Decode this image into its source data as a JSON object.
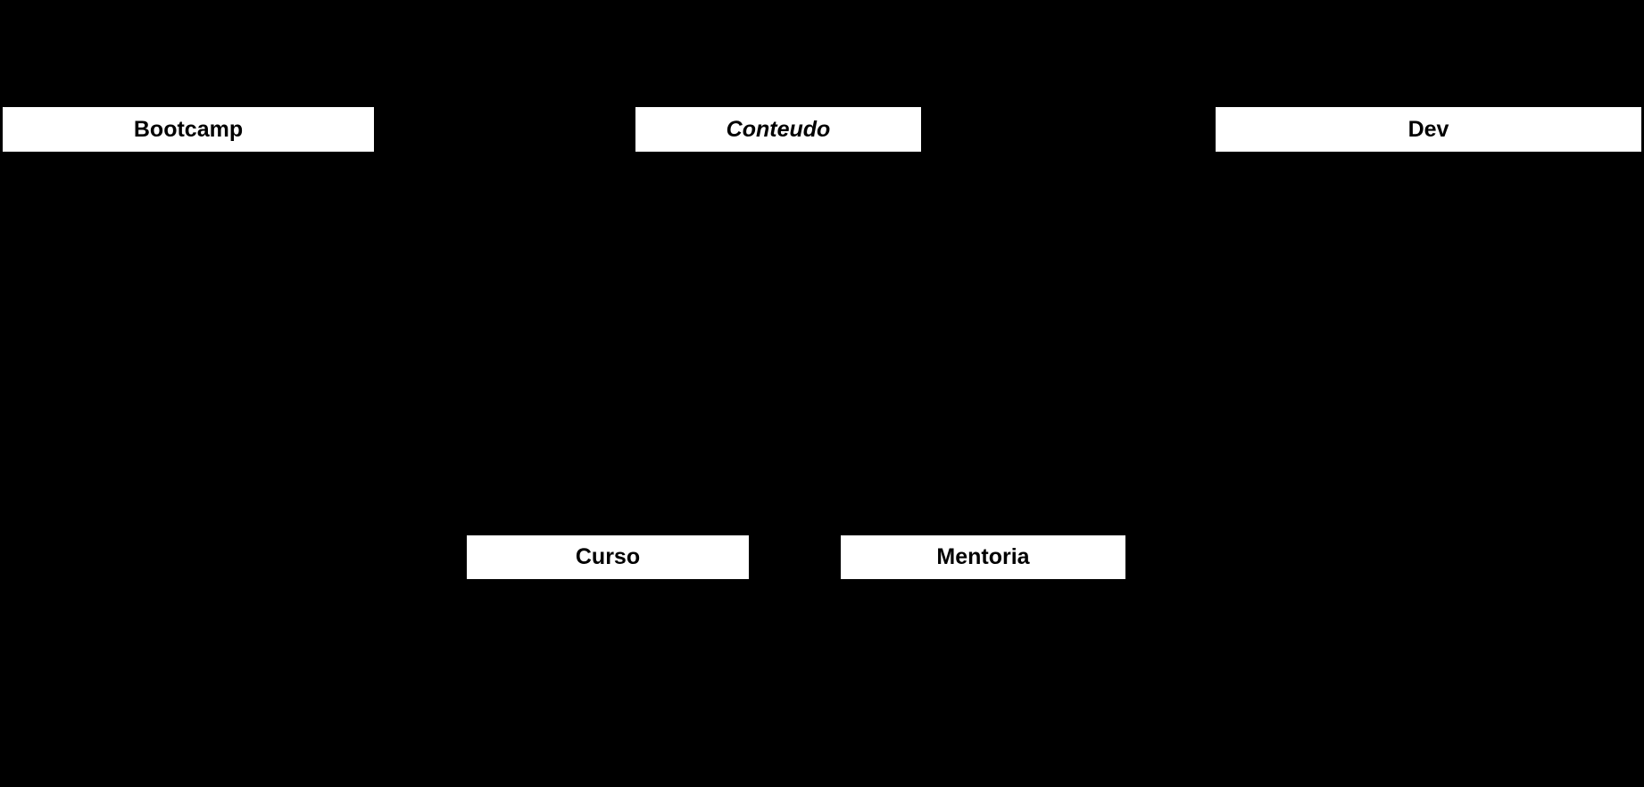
{
  "canvas": {
    "background_color": "#000000",
    "node_fill_color": "#ffffff",
    "node_text_color": "#000000"
  },
  "diagram": {
    "kind": "class-diagram",
    "nodes": [
      {
        "id": "bootcamp",
        "label": "Bootcamp",
        "text_style": "bold",
        "row": "top"
      },
      {
        "id": "conteudo",
        "label": "Conteudo",
        "text_style": "bold-italic",
        "row": "top"
      },
      {
        "id": "dev",
        "label": "Dev",
        "text_style": "bold",
        "row": "top"
      },
      {
        "id": "curso",
        "label": "Curso",
        "text_style": "bold",
        "row": "bottom"
      },
      {
        "id": "mentoria",
        "label": "Mentoria",
        "text_style": "bold",
        "row": "bottom"
      }
    ]
  }
}
